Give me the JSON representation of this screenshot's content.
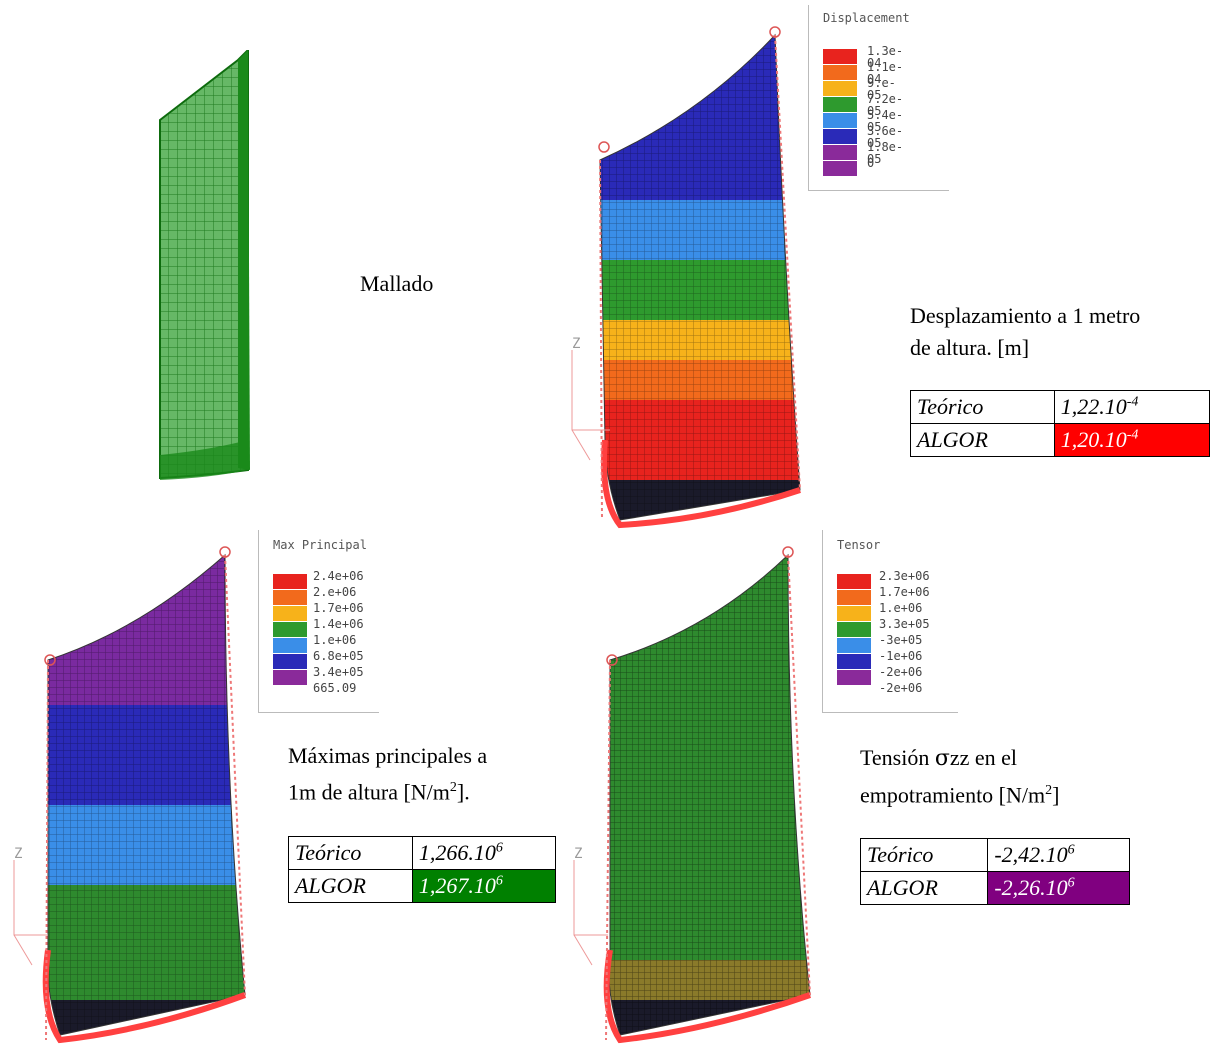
{
  "captions": {
    "mesh": "Mallado",
    "displacement": [
      "Desplazamiento a 1 metro",
      "de altura. [m]"
    ],
    "principal": [
      "Máximas principales a",
      "1m de altura [N/m",
      "2",
      "]."
    ],
    "tensor": [
      "Tensión ",
      "σ",
      "zz en el",
      "empotramiento  [N/m",
      "2",
      "]"
    ]
  },
  "legends": {
    "displacement": {
      "title": "Displacement",
      "labels": [
        "1.3e-04",
        "1.1e-04",
        "9.e-05",
        "7.2e-05",
        "5.4e-05",
        "3.6e-05",
        "1.8e-05",
        "0"
      ],
      "colors": [
        "#e8231e",
        "#f26a1c",
        "#f7b21a",
        "#2e9a2e",
        "#3a8ee8",
        "#2a2ab8",
        "#8a2a9a",
        "#8a2a9a"
      ]
    },
    "principal": {
      "title": "Max Principal",
      "labels": [
        "2.4e+06",
        "2.e+06",
        "1.7e+06",
        "1.4e+06",
        "1.e+06",
        "6.8e+05",
        "3.4e+05",
        "665.09"
      ],
      "colors": [
        "#e8231e",
        "#f26a1c",
        "#f7b21a",
        "#2e9a2e",
        "#3a8ee8",
        "#2a2ab8",
        "#8a2a9a"
      ]
    },
    "tensor": {
      "title": "Tensor",
      "labels": [
        "2.3e+06",
        "1.7e+06",
        "1.e+06",
        "3.3e+05",
        "-3e+05",
        "-1e+06",
        "-2e+06",
        "-2e+06"
      ],
      "colors": [
        "#e8231e",
        "#f26a1c",
        "#f7b21a",
        "#2e9a2e",
        "#3a8ee8",
        "#2a2ab8",
        "#8a2a9a"
      ]
    }
  },
  "tables": {
    "displacement": {
      "rows": [
        {
          "label": "Teórico",
          "value": "1,22.10",
          "exp": "-4",
          "highlight": ""
        },
        {
          "label": "ALGOR",
          "value": "1,20.10",
          "exp": "-4",
          "highlight": "#ff0000"
        }
      ]
    },
    "principal": {
      "rows": [
        {
          "label": "Teórico",
          "value": "1,266.10",
          "exp": "6",
          "highlight": ""
        },
        {
          "label": "ALGOR",
          "value": "1,267.10",
          "exp": "6",
          "highlight": "#008000"
        }
      ]
    },
    "tensor": {
      "rows": [
        {
          "label": "Teórico",
          "value": "-2,42.10",
          "exp": "6",
          "highlight": ""
        },
        {
          "label": "ALGOR",
          "value": "-2,26.10",
          "exp": "6",
          "highlight": "#800080"
        }
      ]
    }
  },
  "axis_label": "Z"
}
